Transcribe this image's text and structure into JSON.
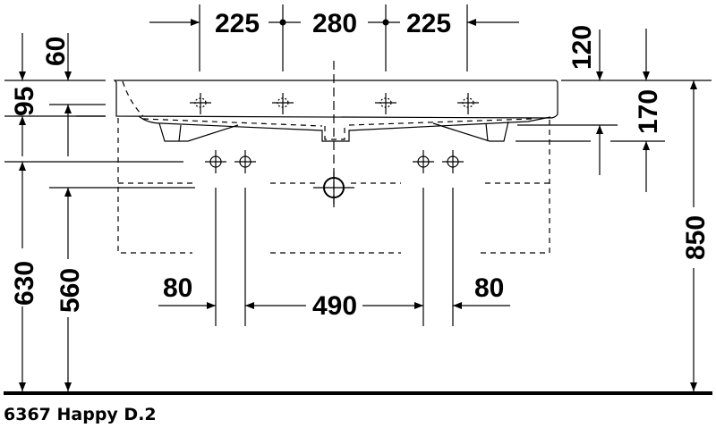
{
  "drawing": {
    "caption": "6367 Happy D.2",
    "line_color": "#000000",
    "background": "#ffffff"
  },
  "dimensions": {
    "top_horizontal": [
      {
        "name": "left-tap-spacing",
        "value": "225"
      },
      {
        "name": "center-tap-spacing",
        "value": "280"
      },
      {
        "name": "right-tap-spacing",
        "value": "225"
      }
    ],
    "left_vertical": [
      {
        "name": "rim-to-overflow",
        "value": "60"
      },
      {
        "name": "rim-height",
        "value": "95"
      },
      {
        "name": "supply-height",
        "value": "630"
      },
      {
        "name": "waste-height",
        "value": "560"
      }
    ],
    "right_vertical": [
      {
        "name": "rim-to-bracket",
        "value": "120"
      },
      {
        "name": "rim-to-support",
        "value": "170"
      },
      {
        "name": "total-height",
        "value": "850"
      }
    ],
    "bottom_horizontal": [
      {
        "name": "left-supply-spacing",
        "value": "80"
      },
      {
        "name": "center-supply-spacing",
        "value": "490"
      },
      {
        "name": "right-supply-spacing",
        "value": "80"
      }
    ]
  }
}
